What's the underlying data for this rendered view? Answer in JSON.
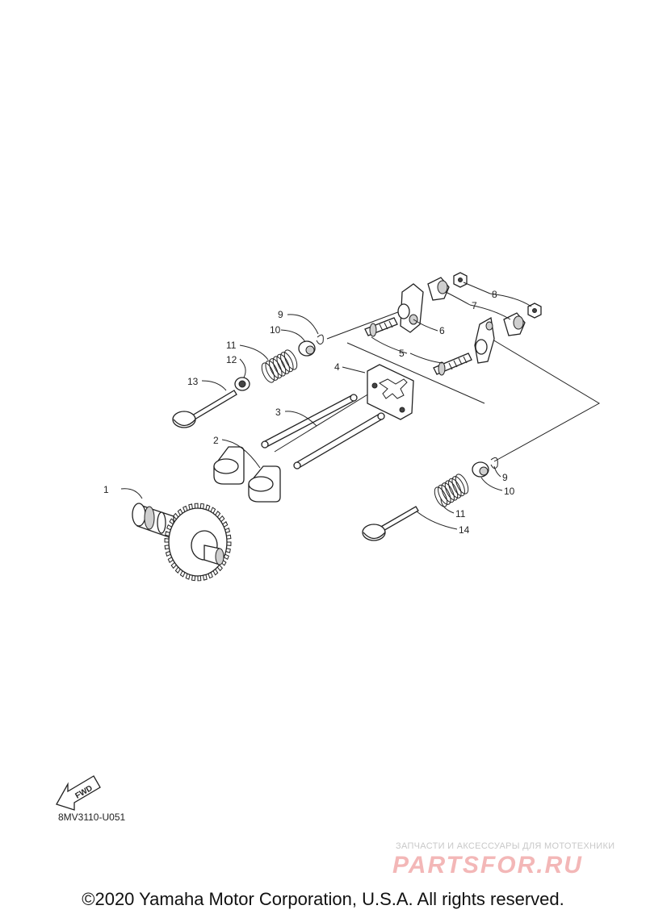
{
  "callouts": {
    "c1": "1",
    "c2": "2",
    "c3": "3",
    "c4": "4",
    "c5": "5",
    "c6": "6",
    "c7": "7",
    "c8": "8",
    "c9a": "9",
    "c9b": "9",
    "c10a": "10",
    "c10b": "10",
    "c11a": "11",
    "c11b": "11",
    "c12": "12",
    "c13": "13",
    "c14": "14"
  },
  "fwd_label": "FWD",
  "diagram_code": "8MV3110-U051",
  "watermark": {
    "tagline": "ЗАПЧАСТИ И АКСЕССУАРЫ ДЛЯ МОТОТЕХНИКИ",
    "brand": "PARTSFOR.RU"
  },
  "copyright": "©2020 Yamaha Motor Corporation, U.S.A. All rights reserved.",
  "colors": {
    "line": "#222222",
    "watermark_brand": "#f3b7b7",
    "watermark_text": "#c8c8c8"
  }
}
